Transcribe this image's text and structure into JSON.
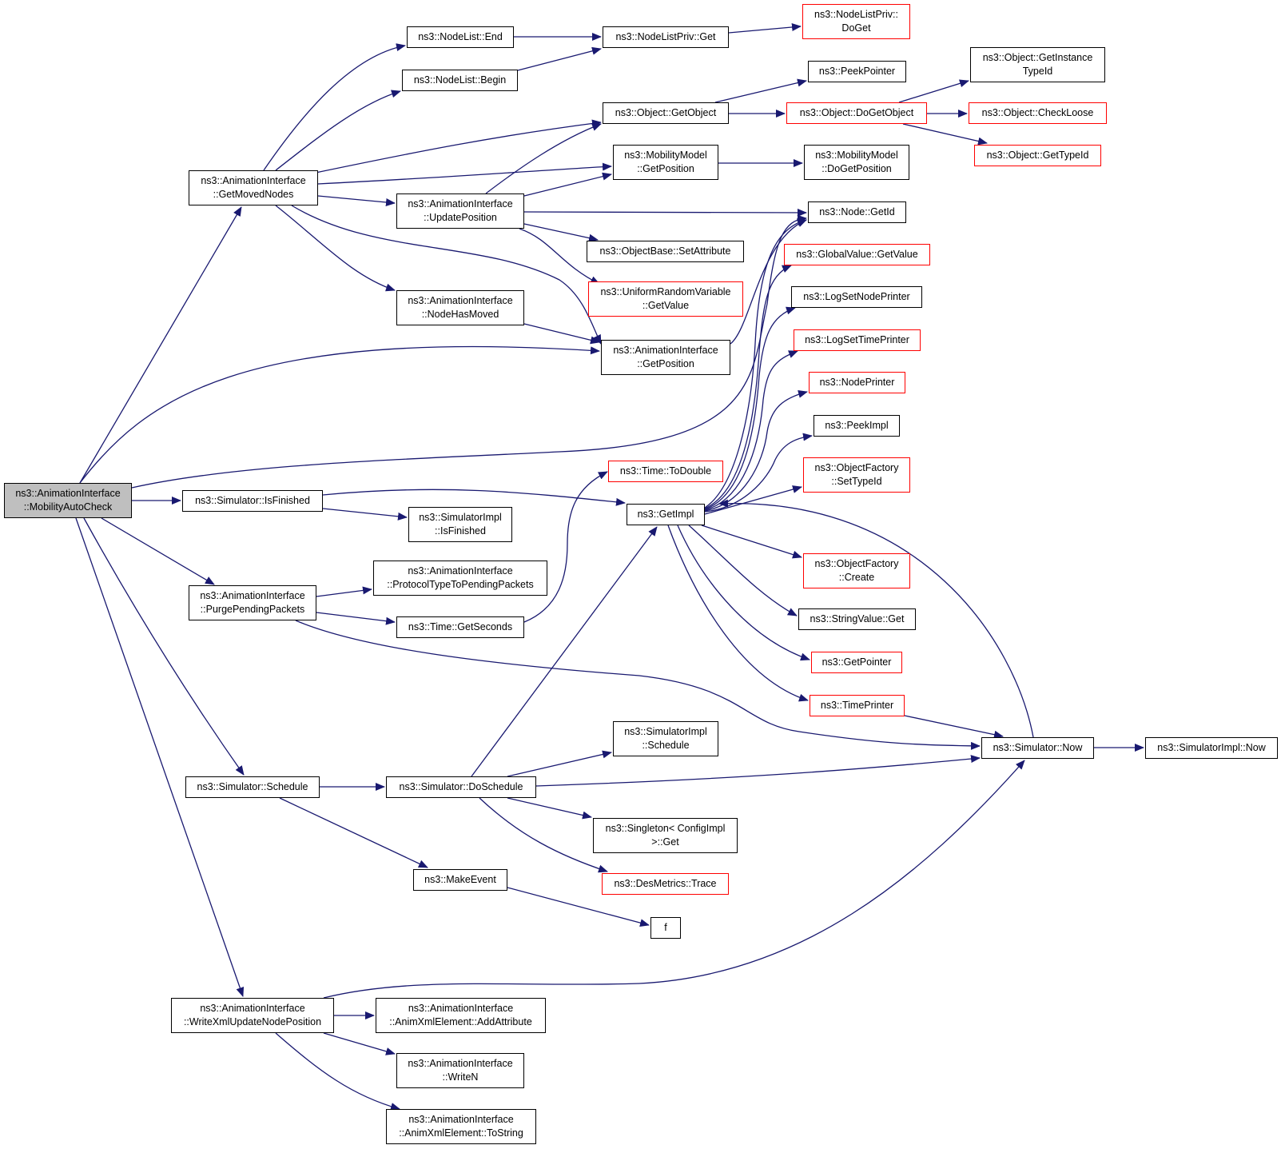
{
  "colors": {
    "edge": "#191970",
    "node_border": "#000000",
    "incomplete_border": "#ff0000",
    "root_fill": "#bfbfbf"
  },
  "nodes": {
    "root": {
      "lines": [
        "ns3::AnimationInterface",
        "::MobilityAutoCheck"
      ]
    },
    "getMovedNodes": {
      "lines": [
        "ns3::AnimationInterface",
        "::GetMovedNodes"
      ]
    },
    "isFinished": {
      "lines": [
        "ns3::Simulator::IsFinished"
      ]
    },
    "purge": {
      "lines": [
        "ns3::AnimationInterface",
        "::PurgePendingPackets"
      ]
    },
    "schedule": {
      "lines": [
        "ns3::Simulator::Schedule"
      ]
    },
    "writeXml": {
      "lines": [
        "ns3::AnimationInterface",
        "::WriteXmlUpdateNodePosition"
      ]
    },
    "nlEnd": {
      "lines": [
        "ns3::NodeList::End"
      ]
    },
    "nlBegin": {
      "lines": [
        "ns3::NodeList::Begin"
      ]
    },
    "updatePos": {
      "lines": [
        "ns3::AnimationInterface",
        "::UpdatePosition"
      ]
    },
    "nodeHasMoved": {
      "lines": [
        "ns3::AnimationInterface",
        "::NodeHasMoved"
      ]
    },
    "simImplIsFinished": {
      "lines": [
        "ns3::SimulatorImpl",
        "::IsFinished"
      ]
    },
    "protoType": {
      "lines": [
        "ns3::AnimationInterface",
        "::ProtocolTypeToPendingPackets"
      ]
    },
    "getSeconds": {
      "lines": [
        "ns3::Time::GetSeconds"
      ]
    },
    "doSchedule": {
      "lines": [
        "ns3::Simulator::DoSchedule"
      ]
    },
    "makeEvent": {
      "lines": [
        "ns3::MakeEvent"
      ]
    },
    "addAttr": {
      "lines": [
        "ns3::AnimationInterface",
        "::AnimXmlElement::AddAttribute"
      ]
    },
    "writeN": {
      "lines": [
        "ns3::AnimationInterface",
        "::WriteN"
      ]
    },
    "toString": {
      "lines": [
        "ns3::AnimationInterface",
        "::AnimXmlElement::ToString"
      ]
    },
    "nlpGet": {
      "lines": [
        "ns3::NodeListPriv::Get"
      ]
    },
    "objGetObject": {
      "lines": [
        "ns3::Object::GetObject"
      ]
    },
    "mmGetPos": {
      "lines": [
        "ns3::MobilityModel",
        "::GetPosition"
      ]
    },
    "aiGetPos": {
      "lines": [
        "ns3::AnimationInterface",
        "::GetPosition"
      ]
    },
    "setAttr": {
      "lines": [
        "ns3::ObjectBase::SetAttribute"
      ]
    },
    "urvGetValue": {
      "lines": [
        "ns3::UniformRandomVariable",
        "::GetValue"
      ]
    },
    "toDouble": {
      "lines": [
        "ns3::Time::ToDouble"
      ]
    },
    "getImpl": {
      "lines": [
        "ns3::GetImpl"
      ]
    },
    "simImplSchedule": {
      "lines": [
        "ns3::SimulatorImpl",
        "::Schedule"
      ]
    },
    "singleton": {
      "lines": [
        "ns3::Singleton< ConfigImpl",
        ">::Get"
      ]
    },
    "desTrace": {
      "lines": [
        "ns3::DesMetrics::Trace"
      ]
    },
    "f": {
      "lines": [
        "f"
      ]
    },
    "nlpDoGet": {
      "lines": [
        "ns3::NodeListPriv::",
        "DoGet"
      ]
    },
    "peekPointer": {
      "lines": [
        "ns3::PeekPointer"
      ]
    },
    "doGetObject": {
      "lines": [
        "ns3::Object::DoGetObject"
      ]
    },
    "mmDoGetPos": {
      "lines": [
        "ns3::MobilityModel",
        "::DoGetPosition"
      ]
    },
    "nodeGetId": {
      "lines": [
        "ns3::Node::GetId"
      ]
    },
    "gvGetValue": {
      "lines": [
        "ns3::GlobalValue::GetValue"
      ]
    },
    "logNode": {
      "lines": [
        "ns3::LogSetNodePrinter"
      ]
    },
    "logTime": {
      "lines": [
        "ns3::LogSetTimePrinter"
      ]
    },
    "nodePrinter": {
      "lines": [
        "ns3::NodePrinter"
      ]
    },
    "peekImpl": {
      "lines": [
        "ns3::PeekImpl"
      ]
    },
    "ofSetTypeId": {
      "lines": [
        "ns3::ObjectFactory",
        "::SetTypeId"
      ]
    },
    "ofCreate": {
      "lines": [
        "ns3::ObjectFactory",
        "::Create"
      ]
    },
    "svGet": {
      "lines": [
        "ns3::StringValue::Get"
      ]
    },
    "getPointer": {
      "lines": [
        "ns3::GetPointer"
      ]
    },
    "timePrinter": {
      "lines": [
        "ns3::TimePrinter"
      ]
    },
    "simNow": {
      "lines": [
        "ns3::Simulator::Now"
      ]
    },
    "getInstTypeId": {
      "lines": [
        "ns3::Object::GetInstance",
        "TypeId"
      ]
    },
    "checkLoose": {
      "lines": [
        "ns3::Object::CheckLoose"
      ]
    },
    "getTypeId": {
      "lines": [
        "ns3::Object::GetTypeId"
      ]
    },
    "simImplNow": {
      "lines": [
        "ns3::SimulatorImpl::Now"
      ]
    }
  }
}
